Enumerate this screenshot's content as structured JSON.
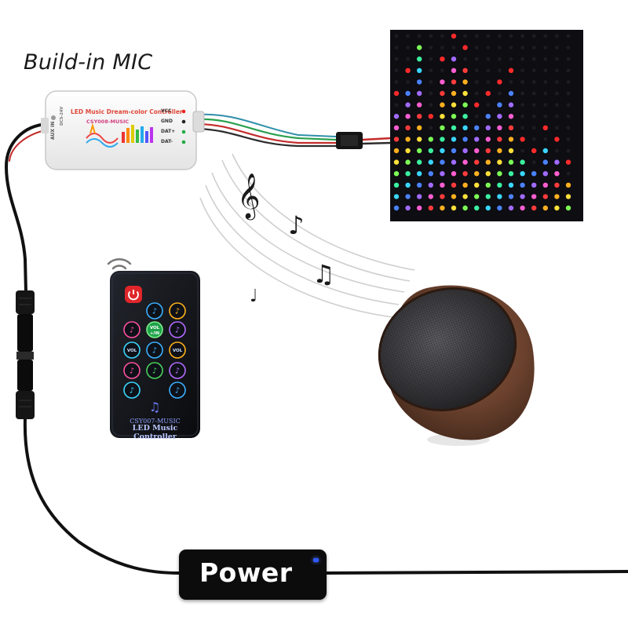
{
  "mic_label": "Build-in MIC",
  "power_label": "Power",
  "controller": {
    "title": "LED Music Dream-color Controller",
    "model": "CSY008-MUSIC",
    "pins": [
      "VCC",
      "GND",
      "DAT+",
      "DAT-"
    ],
    "side_labels": [
      "AUX IN",
      "DC5-24V"
    ]
  },
  "remote": {
    "brand": "CSY007-MUSIC",
    "title": "LED Music Controller",
    "vol_plus_label": "VOL +/IN",
    "vol_minus_label": "VOL",
    "vol_label_right": "VOL"
  },
  "colors": {
    "panel_bg": "#0d0d12",
    "power_led": "#2f58ff",
    "remote_body": "#121418",
    "speaker_wood": "#6b4330",
    "speaker_grille": "#3a3a3c"
  },
  "icons": [
    "wifi-signal-icon",
    "power-icon",
    "treble-clef-icon",
    "music-note-icon",
    "beamed-notes-icon"
  ]
}
